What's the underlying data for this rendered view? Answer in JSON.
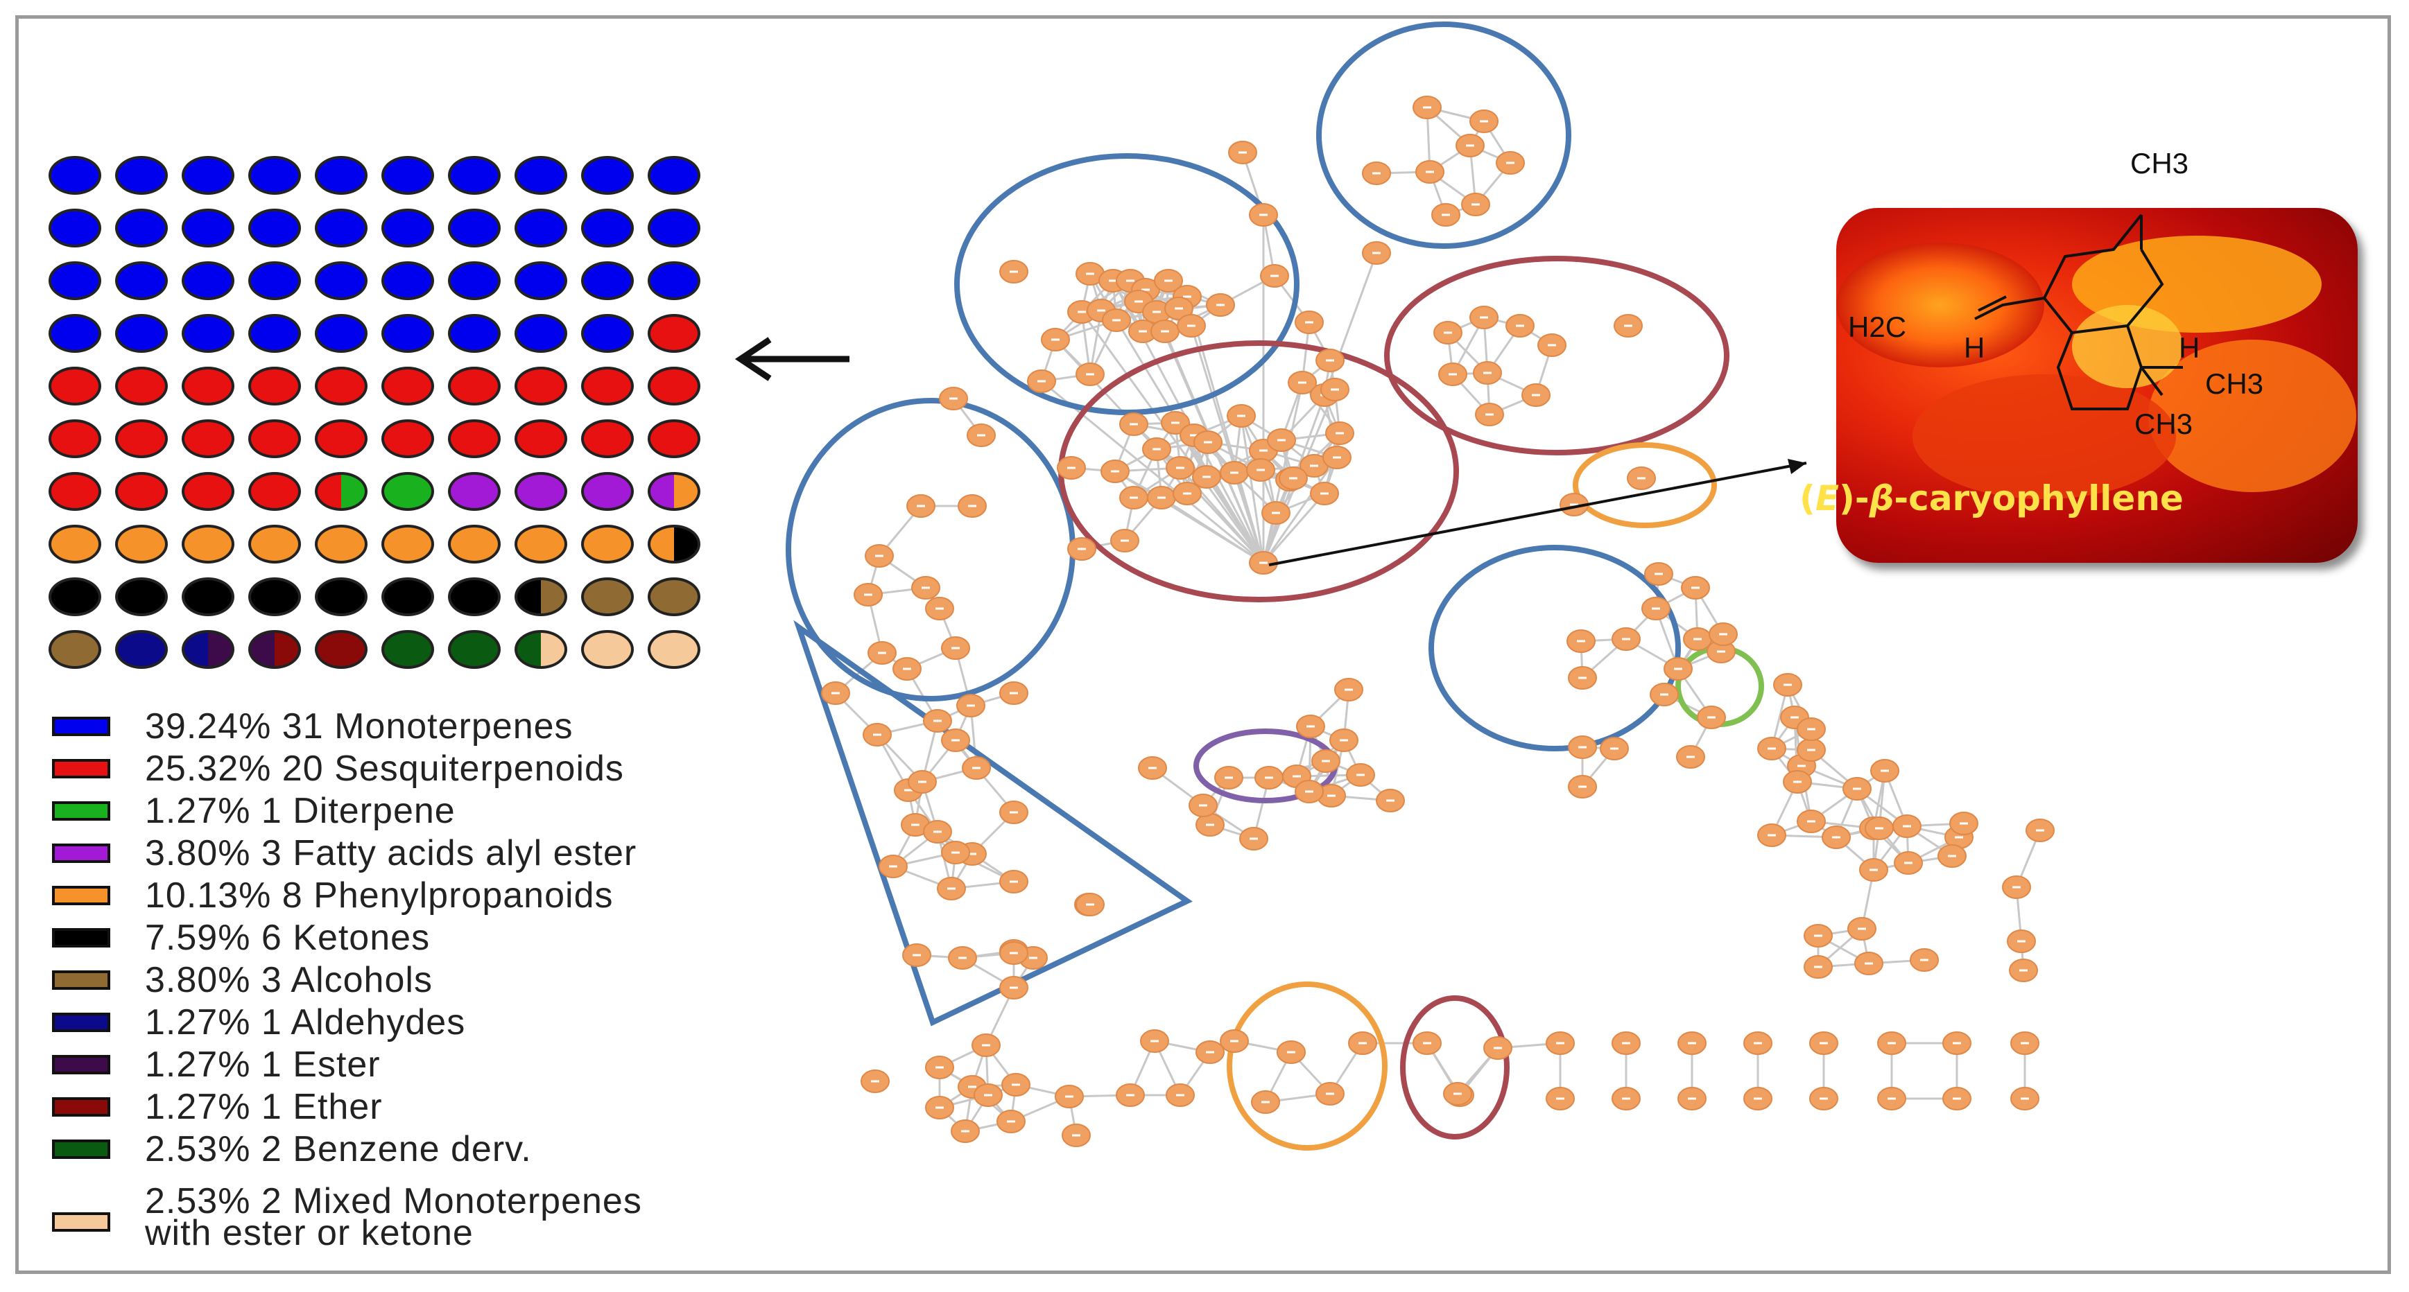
{
  "waffle": {
    "rows": [
      [
        "#0000ee",
        "#0000ee",
        "#0000ee",
        "#0000ee",
        "#0000ee",
        "#0000ee",
        "#0000ee",
        "#0000ee",
        "#0000ee",
        "#0000ee"
      ],
      [
        "#0000ee",
        "#0000ee",
        "#0000ee",
        "#0000ee",
        "#0000ee",
        "#0000ee",
        "#0000ee",
        "#0000ee",
        "#0000ee",
        "#0000ee"
      ],
      [
        "#0000ee",
        "#0000ee",
        "#0000ee",
        "#0000ee",
        "#0000ee",
        "#0000ee",
        "#0000ee",
        "#0000ee",
        "#0000ee",
        "#0000ee"
      ],
      [
        "#0000ee",
        "#0000ee",
        "#0000ee",
        "#0000ee",
        "#0000ee",
        "#0000ee",
        "#0000ee",
        "#0000ee",
        "#0000ee",
        "#e81111"
      ],
      [
        "#e81111",
        "#e81111",
        "#e81111",
        "#e81111",
        "#e81111",
        "#e81111",
        "#e81111",
        "#e81111",
        "#e81111",
        "#e81111"
      ],
      [
        "#e81111",
        "#e81111",
        "#e81111",
        "#e81111",
        "#e81111",
        "#e81111",
        "#e81111",
        "#e81111",
        "#e81111",
        "#e81111"
      ],
      [
        "#e81111",
        "#e81111",
        "#e81111",
        "#e81111",
        "split:#e81111:#19b21e",
        "#19b21e",
        "#a21ad6",
        "#a21ad6",
        "#a21ad6",
        "split:#a21ad6:#f5922a"
      ],
      [
        "#f5922a",
        "#f5922a",
        "#f5922a",
        "#f5922a",
        "#f5922a",
        "#f5922a",
        "#f5922a",
        "#f5922a",
        "#f5922a",
        "split:#f5922a:#000000"
      ],
      [
        "#000000",
        "#000000",
        "#000000",
        "#000000",
        "#000000",
        "#000000",
        "#000000",
        "split:#000000:#8f6a32",
        "#8f6a32",
        "#8f6a32"
      ],
      [
        "#8f6a32",
        "#0a0a8a",
        "split:#0a0a8a:#3d0a4a",
        "split:#3d0a4a:#8a0a0a",
        "#8a0a0a",
        "#0b5a12",
        "#0b5a12",
        "split:#0b5a12:#f5c99a",
        "#f5c99a",
        "#f5c99a"
      ]
    ]
  },
  "legend": [
    {
      "color": "#0000ee",
      "text": "39.24%  31 Monoterpenes"
    },
    {
      "color": "#e81111",
      "text": "25.32%  20 Sesquiterpenoids"
    },
    {
      "color": "#19b21e",
      "text": "1.27%  1 Diterpene"
    },
    {
      "color": "#a21ad6",
      "text": "3.80%  3 Fatty acids alyl ester"
    },
    {
      "color": "#f5922a",
      "text": "10.13%  8 Phenylpropanoids"
    },
    {
      "color": "#000000",
      "text": "7.59%  6 Ketones"
    },
    {
      "color": "#8f6a32",
      "text": "3.80%  3 Alcohols"
    },
    {
      "color": "#0a0a8a",
      "text": "1.27%  1 Aldehydes"
    },
    {
      "color": "#3d0a4a",
      "text": "1.27%  1 Ester"
    },
    {
      "color": "#8a0a0a",
      "text": "1.27%  1 Ether"
    },
    {
      "color": "#0b5a12",
      "text": "2.53%  2 Benzene derv."
    },
    {
      "color": "#f5c99a",
      "text": "2.53%  2 Mixed Monoterpenes",
      "text2": "with ester or ketone"
    }
  ],
  "photo": {
    "label_prefix": "(",
    "label_e": "E",
    "label_mid": ")-",
    "label_beta": "β",
    "label_suffix": "-caryophyllene",
    "ch3_top": "CH3",
    "ch3_right": "CH3",
    "ch3_bottom": "CH3",
    "h_left": "H",
    "h_right": "H",
    "h2c": "H2C"
  },
  "colors": {
    "node": "#f0a060",
    "edge": "#c8c8c8",
    "blue_group": "#4a78b0",
    "red_group": "#a84850",
    "orange_group": "#f0a040",
    "green_group": "#80c050",
    "purple_group": "#8060a8"
  }
}
